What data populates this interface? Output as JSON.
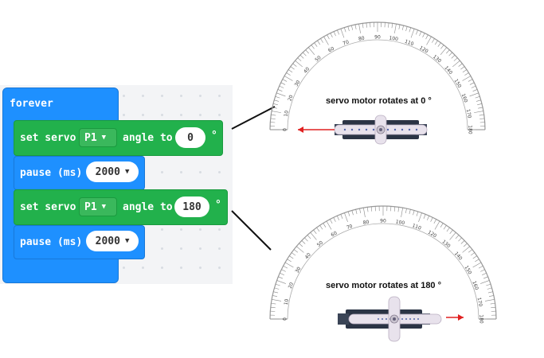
{
  "blocks": {
    "forever_label": "forever",
    "set_servo_label": "set servo",
    "angle_to_label": "angle to",
    "pause_label": "pause (ms)",
    "degree_symbol": "°",
    "servo1": {
      "pin": "P1",
      "angle": "0"
    },
    "pause1": {
      "ms": "2000"
    },
    "servo2": {
      "pin": "P1",
      "angle": "180"
    },
    "pause2": {
      "ms": "2000"
    }
  },
  "protractor": {
    "ticks": [
      "0",
      "10",
      "20",
      "30",
      "40",
      "50",
      "60",
      "70",
      "80",
      "90",
      "100",
      "110",
      "120",
      "130",
      "140",
      "150",
      "160",
      "170",
      "180"
    ]
  },
  "captions": {
    "top": "servo motor rotates at 0 °",
    "bottom": "servo motor rotates at 180 °"
  },
  "colors": {
    "servo_block": "#22b14c",
    "pause_block": "#1e90ff",
    "arrow": "#e02020"
  }
}
